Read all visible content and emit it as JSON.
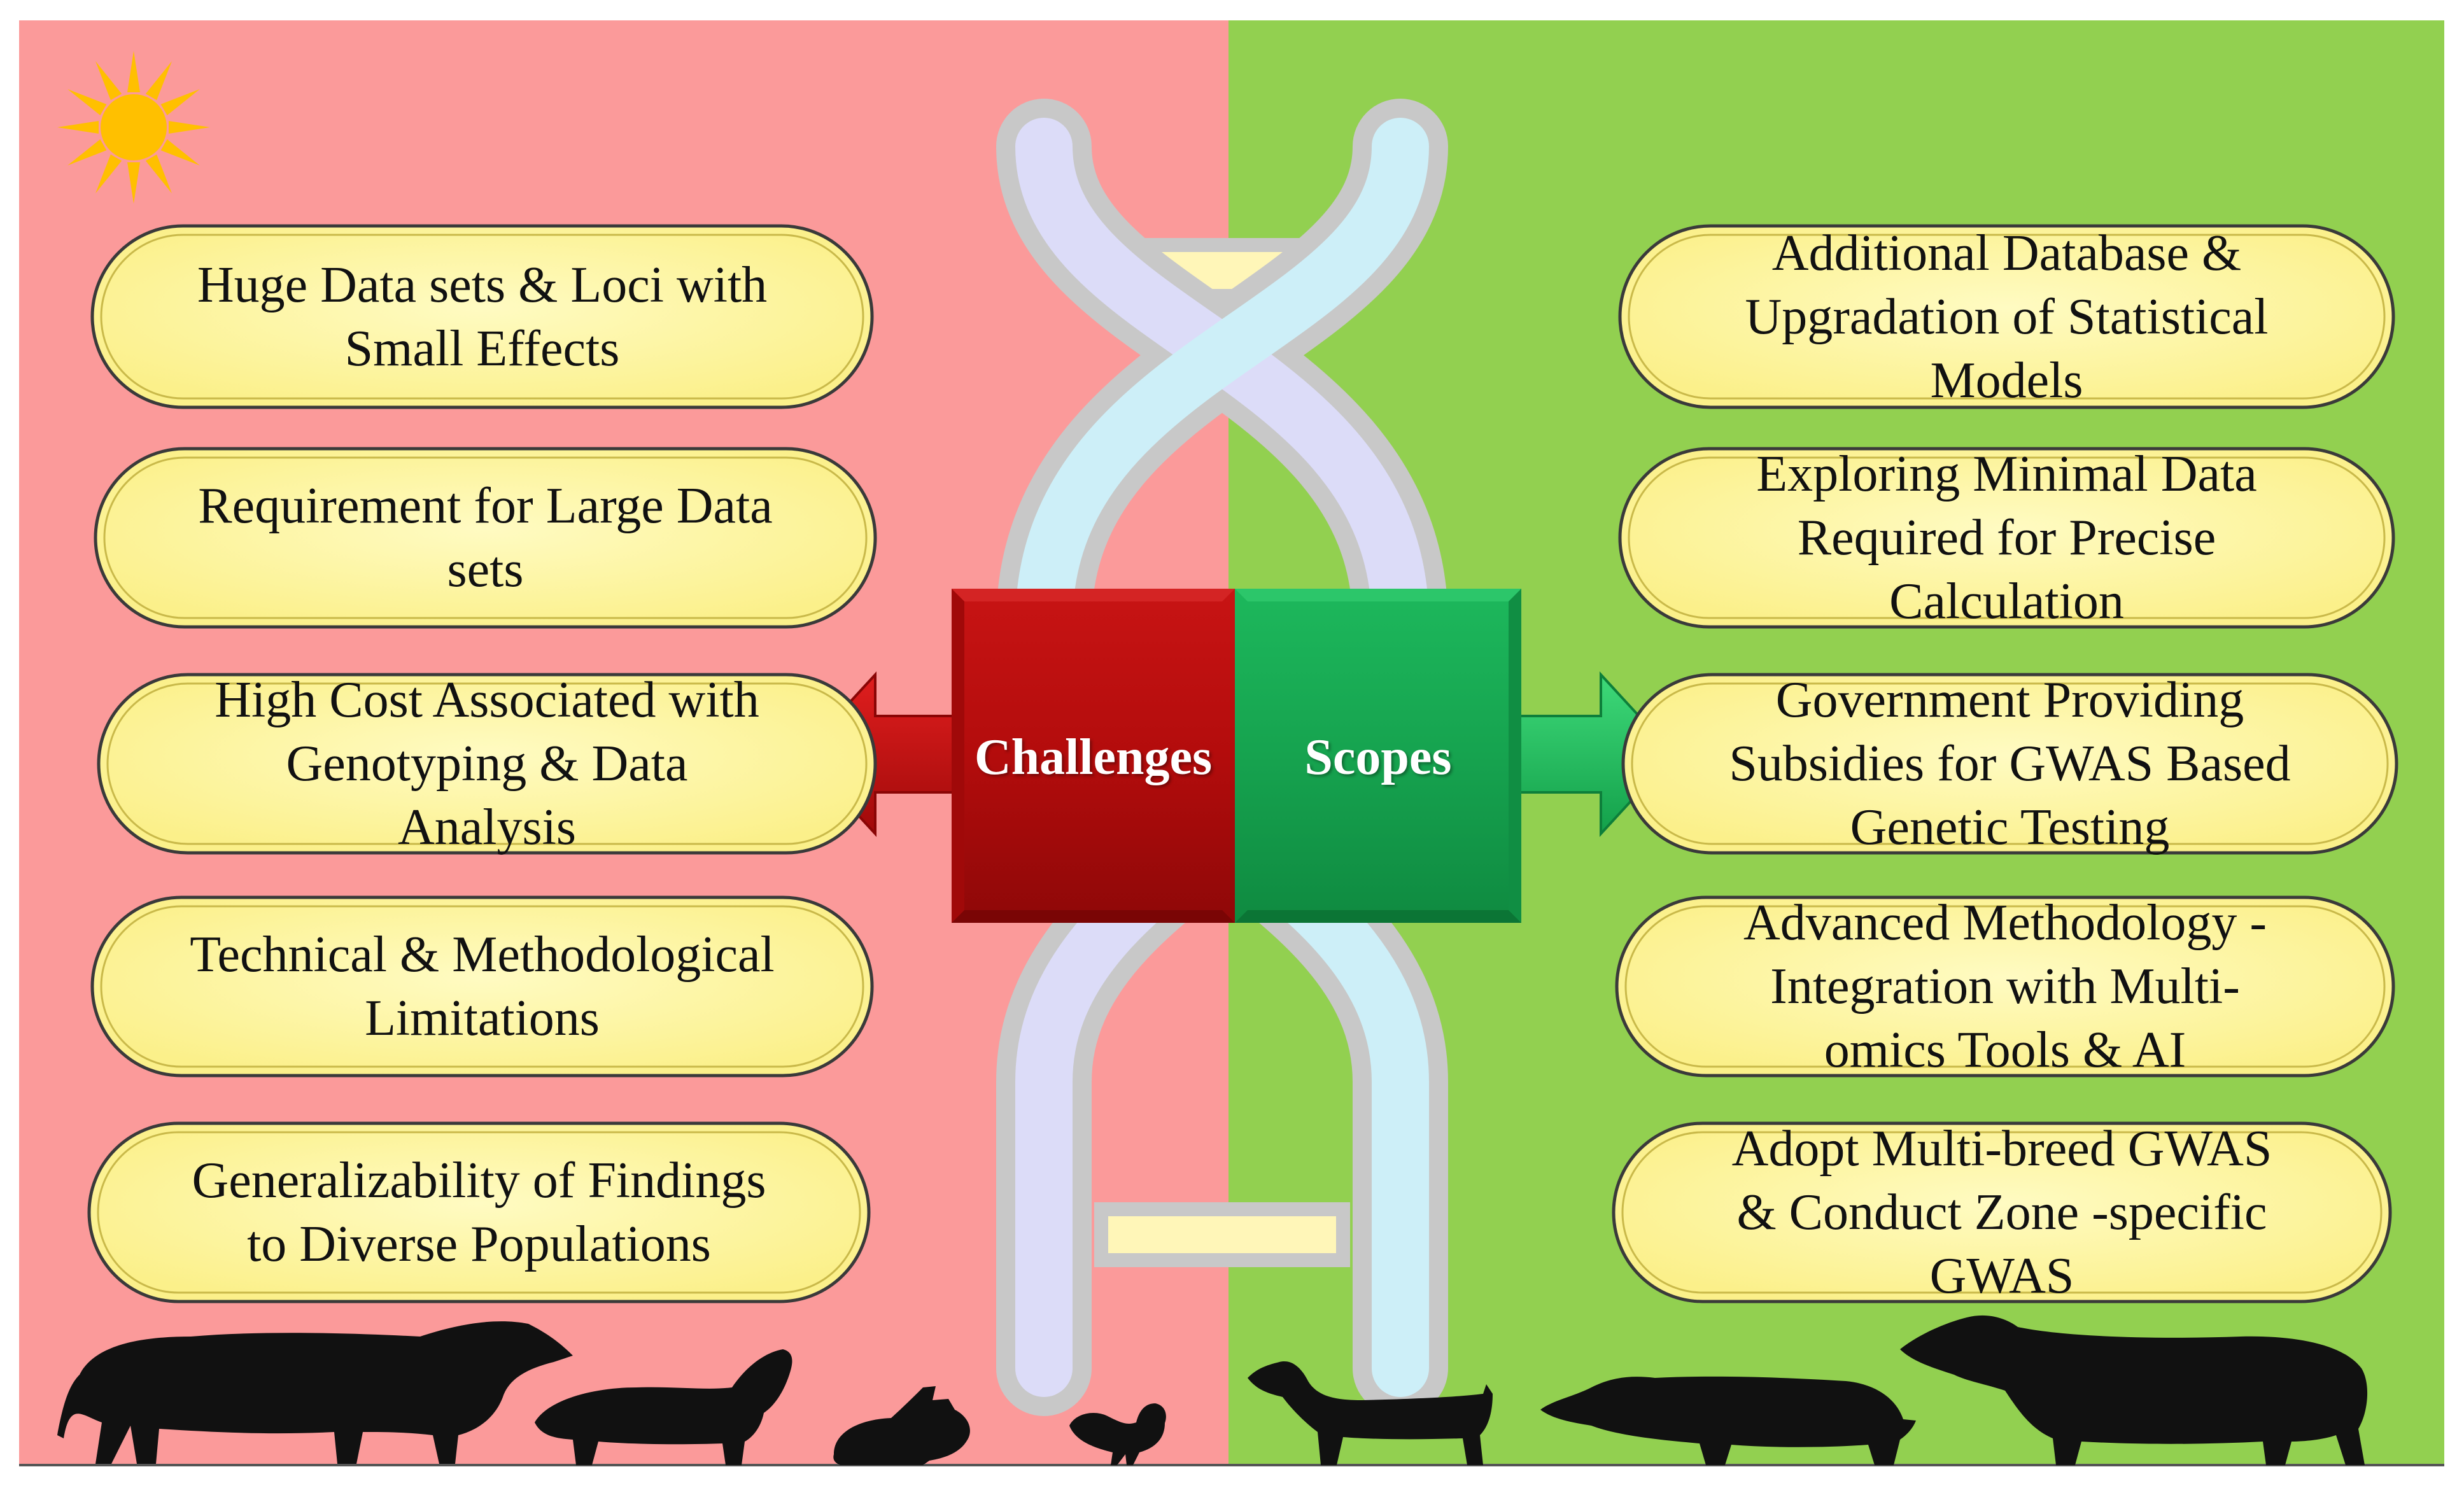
{
  "center": {
    "challenges_label": "Challenges",
    "scopes_label": "Scopes"
  },
  "challenges": [
    "Huge Data sets & Loci with Small Effects",
    "Requirement for Large Data sets",
    "High Cost Associated with Genotyping & Data Analysis",
    "Technical & Methodological Limitations",
    "Generalizability of Findings to Diverse Populations"
  ],
  "scopes": [
    "Additional Database & Upgradation of Statistical Models",
    "Exploring Minimal Data Required for Precise Calculation",
    "Government Providing Subsidies for GWAS Based Genetic Testing",
    "Advanced Methodology - Integration with Multi-omics Tools & AI",
    "Adopt Multi-breed GWAS & Conduct Zone -specific GWAS"
  ],
  "colors": {
    "challenges_bg": "#FB9A9A",
    "scopes_bg": "#92D050",
    "challenges_box": "#B80D0D",
    "scopes_box": "#16A34F",
    "pill_fill": "#FFF79F",
    "pill_border": "#3A3A3A",
    "dna_outline": "#C8C8C8",
    "dna_strand_left": "#DCDCF8",
    "dna_strand_right": "#CDEFF8",
    "dna_rung": "#FFF6B8",
    "sun": "#FFC000",
    "silhouette": "#111111"
  },
  "icons": [
    "sun-icon",
    "dna-helix-icon",
    "cow-icon",
    "sheep-icon",
    "rabbit-icon",
    "chicken-icon",
    "goat-icon",
    "pig-icon",
    "buffalo-icon"
  ]
}
